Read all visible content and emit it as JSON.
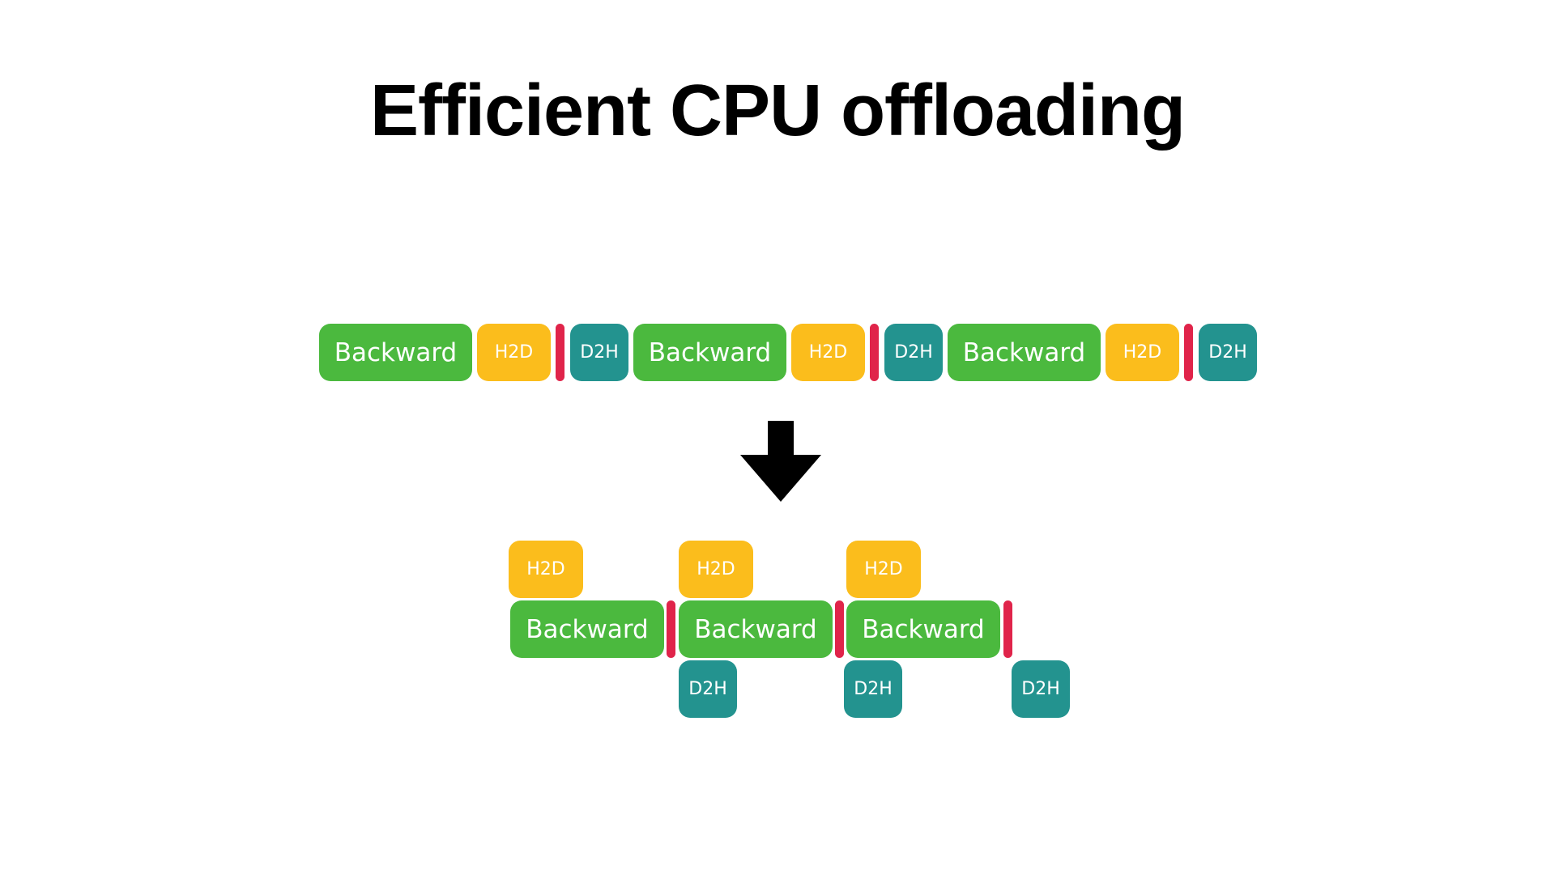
{
  "title": "Efficient CPU offloading",
  "labels": {
    "backward": "Backward",
    "h2d": "H2D",
    "d2h": "D2H"
  },
  "colors": {
    "backward": "#4bb93e",
    "h2d": "#fbbd1c",
    "d2h": "#23938f",
    "sync": "#e0244a",
    "arrow": "#000000"
  },
  "before": {
    "sequence": [
      "Backward",
      "H2D",
      "sync",
      "D2H",
      "Backward",
      "H2D",
      "sync",
      "D2H",
      "Backward",
      "H2D",
      "sync",
      "D2H"
    ]
  },
  "after": {
    "h2d_over_backward_steps": [
      1,
      2,
      3
    ],
    "d2h_under_steps": [
      2,
      3,
      4
    ],
    "backward_steps": 3
  },
  "arrow": {
    "direction": "down",
    "icon": "down-arrow-icon"
  }
}
